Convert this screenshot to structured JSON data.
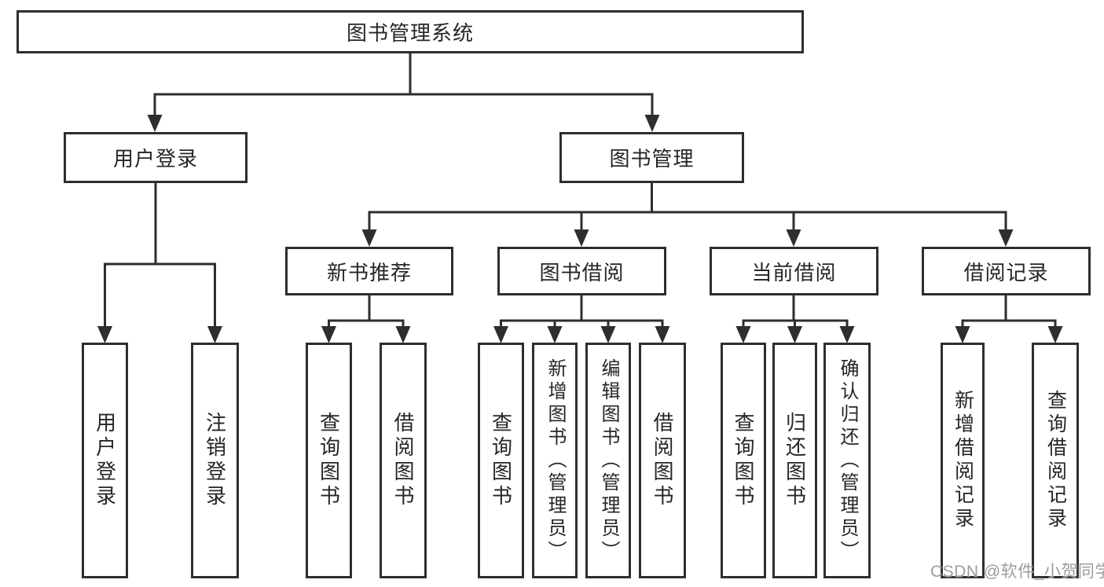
{
  "tree": {
    "root": "图书管理系统",
    "login": {
      "label": "用户登录",
      "leaves": [
        "用户登录",
        "注销登录"
      ]
    },
    "management": {
      "label": "图书管理",
      "modules": [
        {
          "label": "新书推荐",
          "leaves": [
            "查询图书",
            "借阅图书"
          ]
        },
        {
          "label": "图书借阅",
          "leaves": [
            "查询图书",
            "新增图书（管理员）",
            "编辑图书（管理员）",
            "借阅图书"
          ]
        },
        {
          "label": "当前借阅",
          "leaves": [
            "查询图书",
            "归还图书",
            "确认归还（管理员）"
          ]
        },
        {
          "label": "借阅记录",
          "leaves": [
            "新增借阅记录",
            "查询借阅记录"
          ]
        }
      ]
    }
  },
  "watermark": "CSDN @软件_小贺同学",
  "colors": {
    "line": "#2e2e2e",
    "box_border": "#2e2e2e",
    "text": "#262626",
    "watermark": "#9d9d9d",
    "background": "#ffffff"
  }
}
